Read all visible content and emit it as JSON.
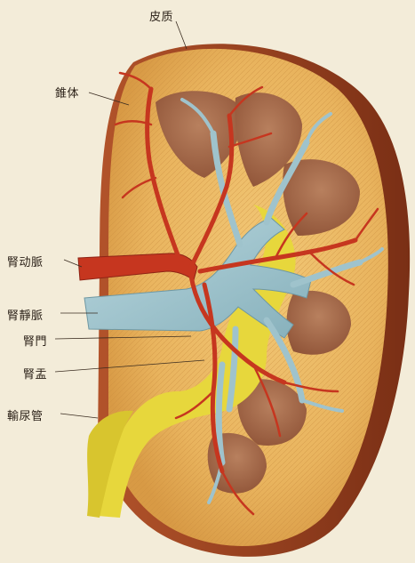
{
  "labels": {
    "cortex": "皮质",
    "pyramid": "錐体",
    "renal_artery": "腎动脈",
    "renal_vein": "腎靜脈",
    "hilum": "腎門",
    "pelvis": "腎盂",
    "ureter": "輸尿管"
  },
  "colors": {
    "background": "#f3ecd9",
    "cortex": "#e9b45e",
    "capsule": "#8a3b1c",
    "medulla": "#a4674a",
    "artery": "#c6361f",
    "vein": "#9fc3cc",
    "pelvis": "#e7d73c",
    "leader_line": "#3a2c20"
  }
}
